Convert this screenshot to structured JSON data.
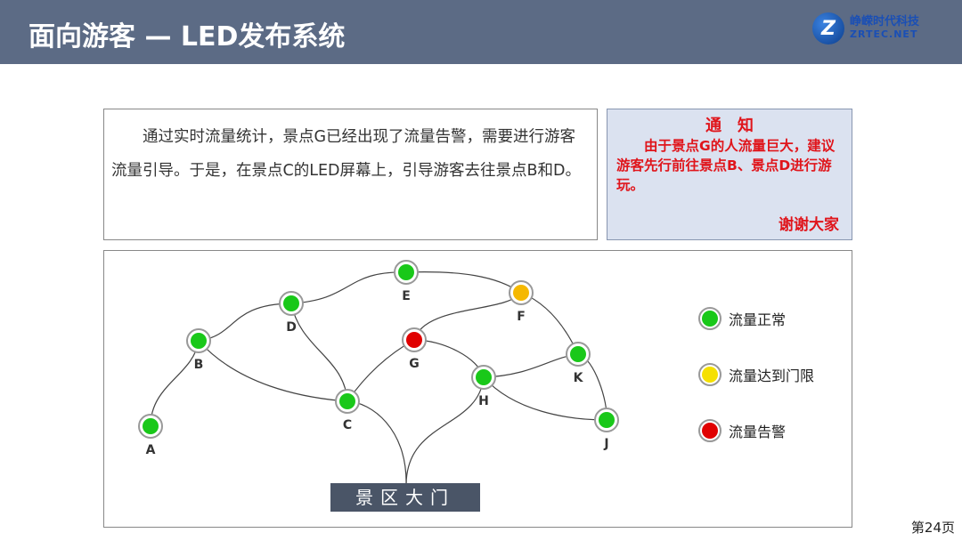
{
  "header": {
    "title": "面向游客 — LED发布系统",
    "logo_mark": "Z",
    "logo_cn": "峥嵘时代科技",
    "logo_en": "ZRTEC.NET"
  },
  "description": "通过实时流量统计，景点G已经出现了流量告警，需要进行游客流量引导。于是，在景点C的LED屏幕上，引导游客去往景点B和D。",
  "notice": {
    "title": "通知",
    "body": "由于景点G的人流量巨大，建议游客先行前往景点B、景点D进行游玩。",
    "thanks": "谢谢大家"
  },
  "map": {
    "gate_label": "景区大门",
    "nodes": [
      {
        "name": "A",
        "status": "normal"
      },
      {
        "name": "B",
        "status": "normal"
      },
      {
        "name": "C",
        "status": "normal"
      },
      {
        "name": "D",
        "status": "normal"
      },
      {
        "name": "E",
        "status": "normal"
      },
      {
        "name": "F",
        "status": "threshold"
      },
      {
        "name": "G",
        "status": "alert"
      },
      {
        "name": "H",
        "status": "normal"
      },
      {
        "name": "K",
        "status": "normal"
      },
      {
        "name": "J",
        "status": "normal"
      }
    ]
  },
  "legend": [
    {
      "label": "流量正常",
      "color": "#19c819"
    },
    {
      "label": "流量达到门限",
      "color": "#f5d000"
    },
    {
      "label": "流量告警",
      "color": "#e00000"
    }
  ],
  "colors": {
    "normal": "#19c819",
    "threshold": "#f5b800",
    "alert": "#e00000"
  },
  "page_number": "第24页"
}
